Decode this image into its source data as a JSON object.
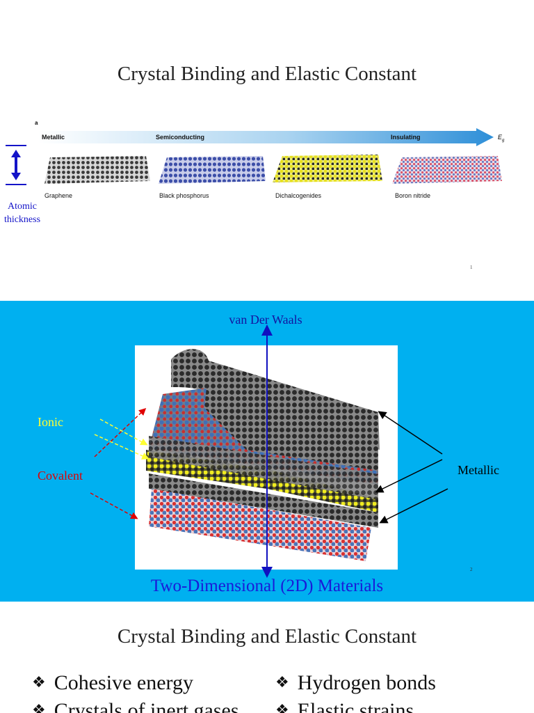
{
  "slide1": {
    "title": "Crystal Binding and Elastic Constant",
    "panel_letter": "a",
    "bar_labels": [
      "Metallic",
      "Semiconducting",
      "Insulating"
    ],
    "axis_symbol": "E",
    "axis_subscript": "g",
    "materials": [
      "Graphene",
      "Black phosphorus",
      "Dichalcogenides",
      "Boron nitride"
    ],
    "thickness_label_line1": "Atomic",
    "thickness_label_line2": "thickness",
    "page_number": "1"
  },
  "slide2": {
    "top_label": "van Der Waals",
    "ionic_label": "Ionic",
    "covalent_label": "Covalent",
    "metallic_label": "Metallic",
    "caption": "Two-Dimensional (2D) Materials",
    "page_number": "2",
    "colors": {
      "background": "#00b0f0",
      "ionic": "#ffff33",
      "covalent": "#e00000",
      "vdw": "#1010c0"
    }
  },
  "slide3": {
    "title": "Crystal Binding and Elastic Constant",
    "bullets_left": [
      "Cohesive energy",
      "Crystals of inert gases"
    ],
    "bullets_right": [
      "Hydrogen bonds",
      "Elastic strains"
    ],
    "bullet_icon": "diamond-bullet-icon"
  }
}
